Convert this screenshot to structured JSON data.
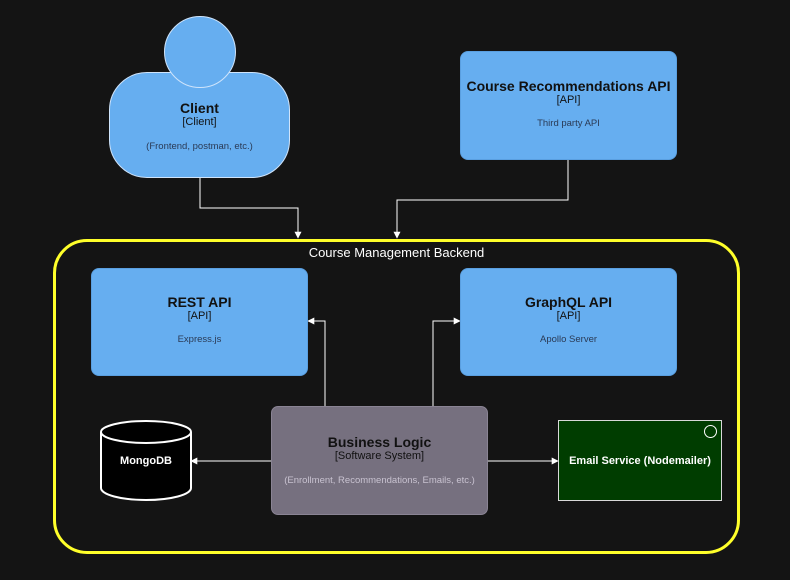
{
  "client": {
    "title": "Client",
    "type": "[Client]",
    "description": "(Frontend, postman, etc.)"
  },
  "recommendations_api": {
    "title": "Course Recommendations API",
    "type": "[API]",
    "description": "Third party API"
  },
  "boundary": {
    "label": "Course Management Backend"
  },
  "rest_api": {
    "title": "REST API",
    "type": "[API]",
    "description": "Express.js"
  },
  "graphql_api": {
    "title": "GraphQL API",
    "type": "[API]",
    "description": "Apollo Server"
  },
  "business_logic": {
    "title": "Business Logic",
    "type": "[Software System]",
    "description": "(Enrollment, Recommendations, Emails, etc.)"
  },
  "database": {
    "label": "MongoDB"
  },
  "email_service": {
    "label": "Email Service (Nodemailer)"
  },
  "colors": {
    "background": "#141414",
    "api_fill": "#66aef0",
    "boundary": "#ffff2a",
    "business_fill": "#76707f",
    "email_fill": "#003d00",
    "connector": "#ffffff"
  }
}
